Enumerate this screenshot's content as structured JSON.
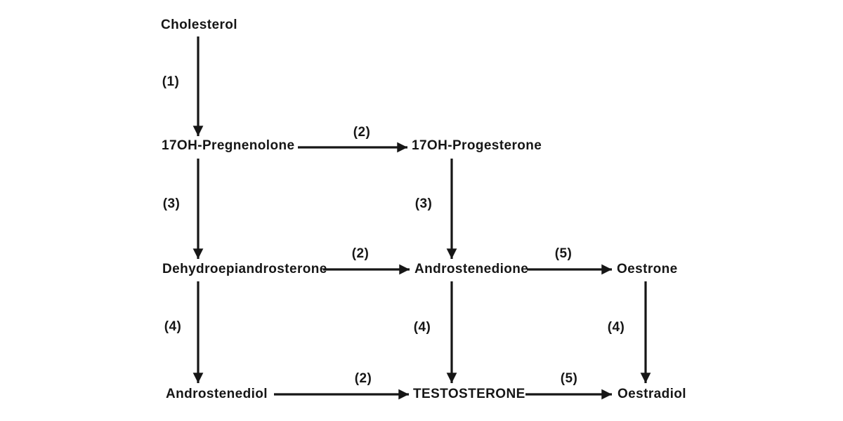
{
  "diagram": {
    "description": "Steroid hormone biosynthesis pathway flowchart",
    "colors": {
      "ink": "#161616",
      "background": "#ffffff"
    },
    "nodes": [
      {
        "label": "Cholesterol"
      },
      {
        "label": "17OH-Pregnenolone"
      },
      {
        "label": "17OH-Progesterone"
      },
      {
        "label": "Dehydroepiandrosterone"
      },
      {
        "label": "Androstenedione"
      },
      {
        "label": "Oestrone"
      },
      {
        "label": "Androstenediol"
      },
      {
        "label": "TESTOSTERONE"
      },
      {
        "label": "Oestradiol"
      }
    ],
    "edges": [
      {
        "from": "Cholesterol",
        "to": "17OH-Pregnenolone",
        "label": "(1)",
        "direction": "down"
      },
      {
        "from": "17OH-Pregnenolone",
        "to": "17OH-Progesterone",
        "label": "(2)",
        "direction": "right"
      },
      {
        "from": "17OH-Pregnenolone",
        "to": "Dehydroepiandrosterone",
        "label": "(3)",
        "direction": "down"
      },
      {
        "from": "17OH-Progesterone",
        "to": "Androstenedione",
        "label": "(3)",
        "direction": "down"
      },
      {
        "from": "Dehydroepiandrosterone",
        "to": "Androstenedione",
        "label": "(2)",
        "direction": "right"
      },
      {
        "from": "Androstenedione",
        "to": "Oestrone",
        "label": "(5)",
        "direction": "right"
      },
      {
        "from": "Dehydroepiandrosterone",
        "to": "Androstenediol",
        "label": "(4)",
        "direction": "down"
      },
      {
        "from": "Androstenedione",
        "to": "TESTOSTERONE",
        "label": "(4)",
        "direction": "down"
      },
      {
        "from": "Oestrone",
        "to": "Oestradiol",
        "label": "(4)",
        "direction": "down"
      },
      {
        "from": "Androstenediol",
        "to": "TESTOSTERONE",
        "label": "(2)",
        "direction": "right"
      },
      {
        "from": "TESTOSTERONE",
        "to": "Oestradiol",
        "label": "(5)",
        "direction": "right"
      }
    ]
  }
}
